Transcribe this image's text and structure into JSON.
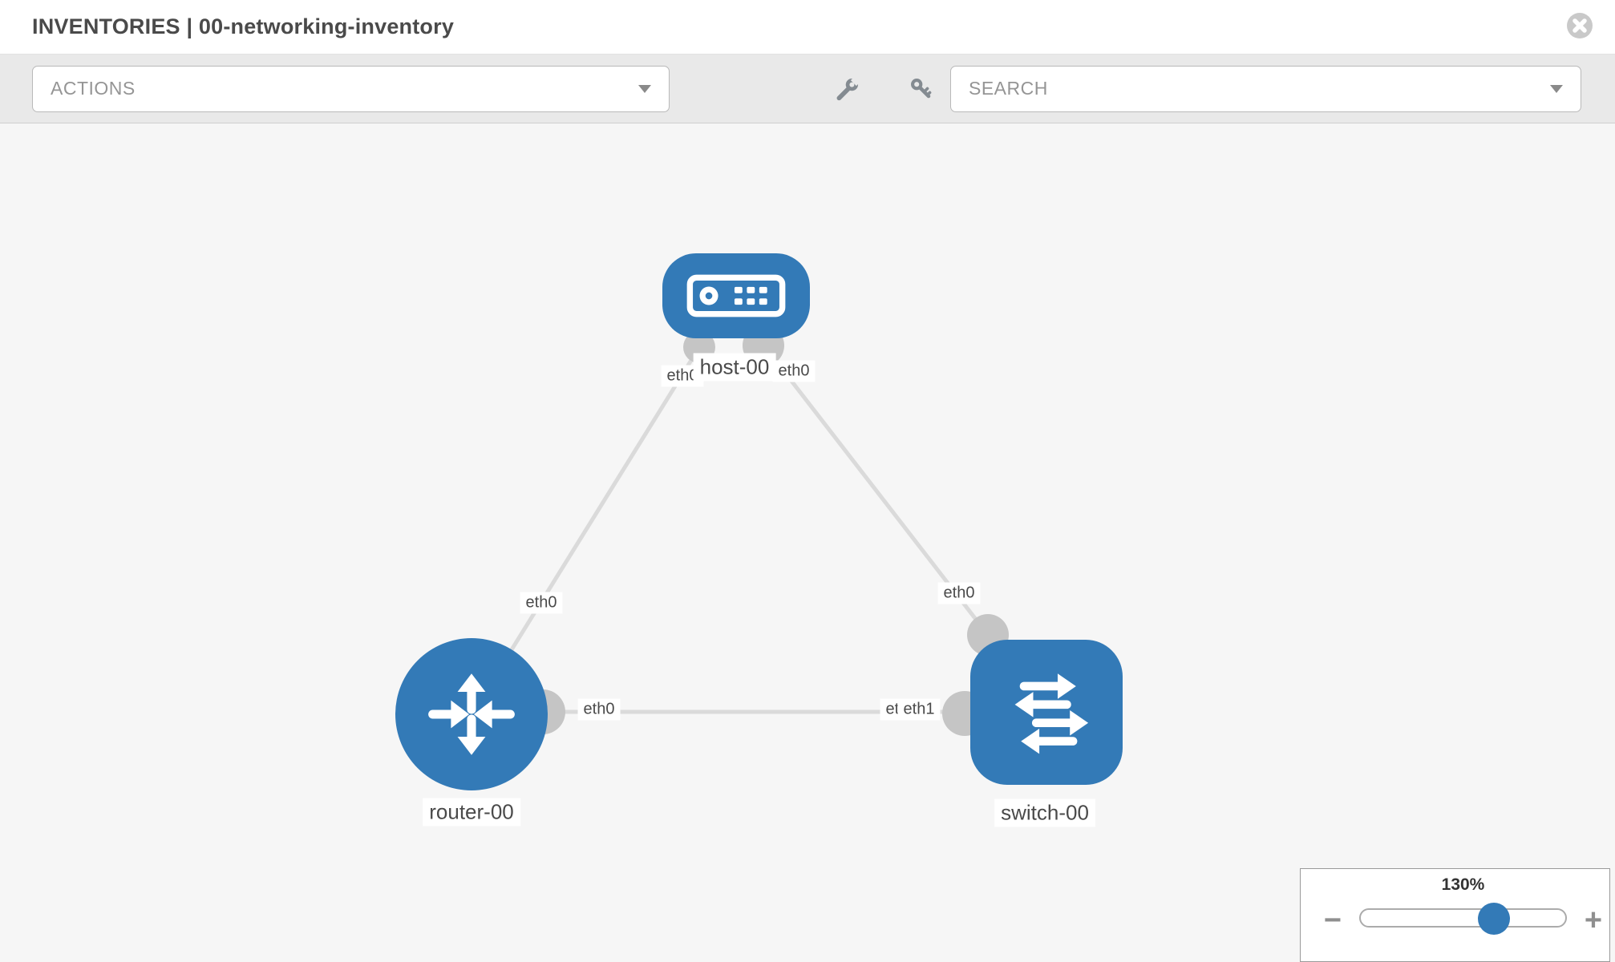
{
  "header": {
    "title": "INVENTORIES | 00-networking-inventory"
  },
  "toolbar": {
    "actions_label": "ACTIONS",
    "search_label": "SEARCH"
  },
  "topology": {
    "nodes": [
      {
        "label": "host-00",
        "type": "host"
      },
      {
        "label": "router-00",
        "type": "router"
      },
      {
        "label": "switch-00",
        "type": "switch"
      }
    ],
    "links": [
      {
        "from": "router-00",
        "to": "host-00",
        "from_interface": "eth0",
        "to_interface": "eth0"
      },
      {
        "from": "host-00",
        "to": "switch-00",
        "from_interface": "eth0",
        "to_interface": "eth0"
      },
      {
        "from": "router-00",
        "to": "switch-00",
        "from_interface": "eth0",
        "to_interface": "eth1",
        "overlap_back_interface": "eth0"
      }
    ]
  },
  "zoom_control": {
    "level": "130%",
    "percent": 65,
    "minus_label": "−",
    "plus_label": "+"
  },
  "colors": {
    "node_blue": "#337ab7",
    "link_gray": "#dadada",
    "port_gray": "#c5c5c5",
    "canvas_bg": "#f6f6f6"
  }
}
